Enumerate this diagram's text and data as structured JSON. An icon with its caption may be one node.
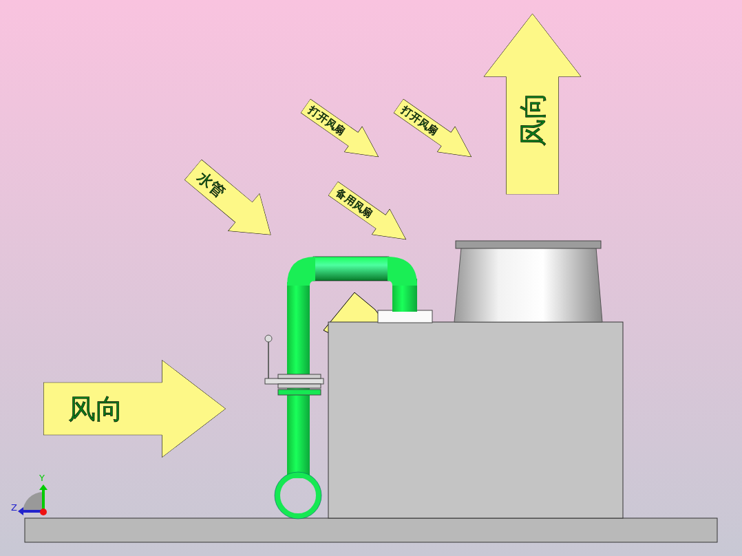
{
  "diagram": {
    "nodes": [
      {
        "text": [
          "风向"
        ]
      },
      {
        "text": [
          "打开风扇"
        ]
      },
      {
        "text": [
          "打开风扇"
        ]
      },
      {
        "text": [
          "水管"
        ]
      },
      {
        "text": [
          "备用风扇"
        ]
      },
      {
        "text": [
          "风向"
        ]
      }
    ],
    "labels": [
      "Y",
      "Z"
    ]
  }
}
